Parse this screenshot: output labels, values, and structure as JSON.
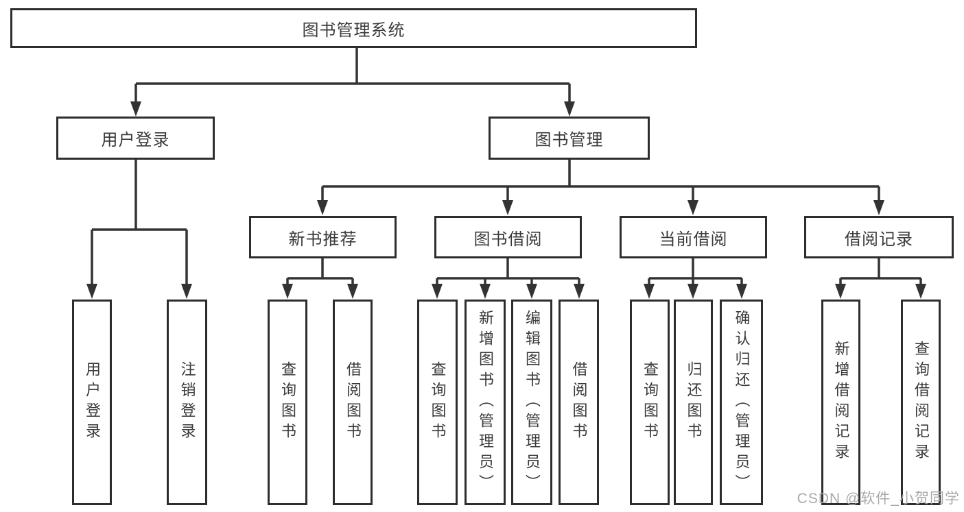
{
  "diagram": {
    "root": "图书管理系统",
    "branches": [
      {
        "label": "用户登录",
        "children": [
          "用户登录",
          "注销登录"
        ]
      },
      {
        "label": "图书管理",
        "groups": [
          {
            "label": "新书推荐",
            "children": [
              "查询图书",
              "借阅图书"
            ]
          },
          {
            "label": "图书借阅",
            "children": [
              "查询图书",
              "新增图书（管理员）",
              "编辑图书（管理员）",
              "借阅图书"
            ]
          },
          {
            "label": "当前借阅",
            "children": [
              "查询图书",
              "归还图书",
              "确认归还（管理员）"
            ]
          },
          {
            "label": "借阅记录",
            "children": [
              "新增借阅记录",
              "查询借阅记录"
            ]
          }
        ]
      }
    ]
  },
  "watermark": "CSDN @软件_小贺同学",
  "colors": {
    "background": "#ffffff",
    "line": "#333333",
    "box_border": "#2d2d2d",
    "text": "#3a3a3c",
    "watermark": "#a9a9ad"
  }
}
